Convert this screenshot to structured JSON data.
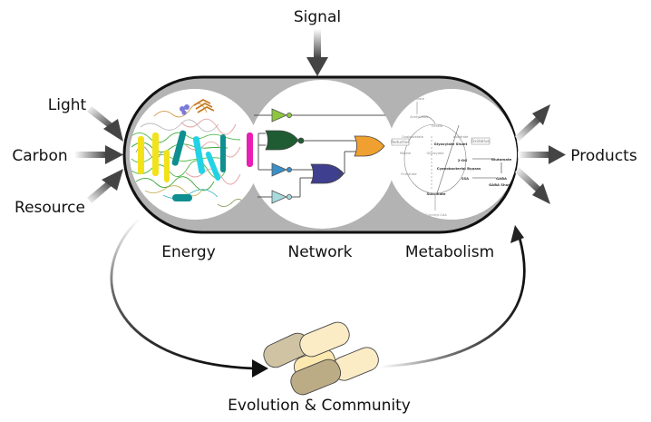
{
  "inputs": {
    "signal": "Signal",
    "light": "Light",
    "carbon": "Carbon",
    "resource": "Resource"
  },
  "outputs": {
    "products": "Products"
  },
  "modules": {
    "energy": "Energy",
    "network": "Network",
    "metabolism": "Metabolism"
  },
  "cycle": {
    "label": "Evolution & Community"
  },
  "network_gates": {
    "colors": {
      "not_top": "#8dc63f",
      "nor": "#1f5c33",
      "not_mid": "#3a8fc9",
      "not_low": "#a8dadc",
      "nor2": "#3f3f8f",
      "or": "#f0a030"
    }
  },
  "metabolism_labels": {
    "reductive": "Reductive",
    "oxidative": "Oxidative",
    "glyoxylate": "Glyoxylate Shunt",
    "bypass": "Cyanobacterial Bypass",
    "succinate": "Succinate",
    "two_og": "2-OG",
    "glutamate": "Glutamate",
    "gaba": "GABA",
    "ssa": "SSA",
    "gaba_shunt": "GABA Shunt",
    "pyruvate": "Pyruvate",
    "acetyl_coa": "Acetyl-CoA",
    "citrate": "Citrate",
    "isocitrate": "Isocitrate",
    "oxaloacetate": "Oxaloacetate",
    "malate": "Malate",
    "fumarate": "Fumarate",
    "glyoxylate_m": "Glyoxylate",
    "succinyl_coa": "Succinyl-CoA"
  },
  "colors": {
    "capsule_fill": "#b3b3b3",
    "capsule_stroke": "#111111",
    "cell_light": "#fbecc6",
    "cell_mid": "#fde8b0",
    "cell_dark": "#bcac85",
    "cell_tan": "#cfc3a3"
  }
}
